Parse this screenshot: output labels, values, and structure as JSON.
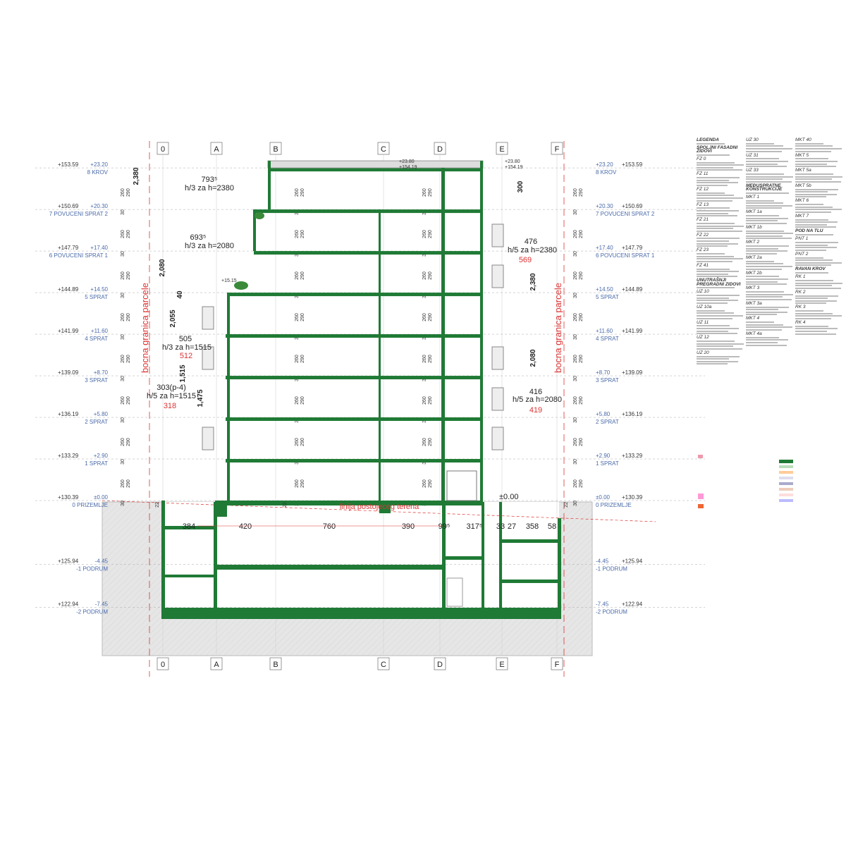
{
  "levels": [
    {
      "abs": "+153.59",
      "rel": "+23.20",
      "name": "8 KROV",
      "elev": 23.2
    },
    {
      "abs": "+150.69",
      "rel": "+20.30",
      "name": "7 POVUCENI SPRAT 2",
      "elev": 20.3
    },
    {
      "abs": "+147.79",
      "rel": "+17.40",
      "name": "6 POVUCENI SPRAT 1",
      "elev": 17.4
    },
    {
      "abs": "+144.89",
      "rel": "+14.50",
      "name": "5 SPRAT",
      "elev": 14.5
    },
    {
      "abs": "+141.99",
      "rel": "+11.60",
      "name": "4 SPRAT",
      "elev": 11.6
    },
    {
      "abs": "+139.09",
      "rel": "+8.70",
      "name": "3 SPRAT",
      "elev": 8.7
    },
    {
      "abs": "+136.19",
      "rel": "+5.80",
      "name": "2 SPRAT",
      "elev": 5.8
    },
    {
      "abs": "+133.29",
      "rel": "+2.90",
      "name": "1 SPRAT",
      "elev": 2.9
    },
    {
      "abs": "+130.39",
      "rel": "±0.00",
      "name": "0 PRIZEMLJE",
      "elev": 0
    },
    {
      "abs": "+125.94",
      "rel": "-4.45",
      "name": "-1  PODRUM",
      "elev": -4.45
    },
    {
      "abs": "+122.94",
      "rel": "-7.45",
      "name": "-2 PODRUM",
      "elev": -7.45
    }
  ],
  "axes": [
    "0",
    "A",
    "B",
    "C",
    "D",
    "E",
    "F"
  ],
  "boundary_label": "bocna granica parcele",
  "dimensions": {
    "d1": {
      "value": "793⁵",
      "rule": "h/3 za h=2380"
    },
    "d2": {
      "value": "693⁵",
      "rule": "h/3 za h=2080"
    },
    "d3": {
      "value": "505",
      "rule": "h/3 za h=1515",
      "red": "512"
    },
    "d4": {
      "value": "303(p-4)",
      "rule": "h/5 za h=1515",
      "red": "318"
    },
    "d5": {
      "value": "476",
      "rule": "h/5 za h=2380",
      "red": "569"
    },
    "d6": {
      "value": "416",
      "rule": "h/5 za h=2080",
      "red": "419"
    },
    "heights": [
      "2,380",
      "2,080",
      "2,055",
      "1,515",
      "1,475",
      "40",
      "300",
      "2,380",
      "2,080"
    ],
    "top_left": {
      "rel": "+23.80",
      "abs": "+154.19"
    },
    "top_right": {
      "rel": "+23.80",
      "abs": "+154.19"
    },
    "zero": "±0.00",
    "terrace": "+15.15",
    "basement": [
      "384",
      "420",
      "760",
      "390",
      "99⁵",
      "317⁵",
      "33",
      "27",
      "358",
      "58"
    ],
    "slab": "22",
    "floor_stack": [
      "260",
      "290",
      "30"
    ],
    "terrain": "linija postojeceg terena"
  },
  "legend": {
    "col1": [
      {
        "t": "h",
        "v": "LEGENDA"
      },
      {
        "t": "h",
        "v": "SPOLJNI FASADNI ZIDOVI"
      },
      {
        "t": "c",
        "v": "FZ 0"
      },
      {
        "t": "c",
        "v": "FZ 11"
      },
      {
        "t": "c",
        "v": "FZ 12"
      },
      {
        "t": "c",
        "v": "FZ 13"
      },
      {
        "t": "c",
        "v": "FZ 21"
      },
      {
        "t": "c",
        "v": "FZ 22"
      },
      {
        "t": "c",
        "v": "FZ 23"
      },
      {
        "t": "c",
        "v": "FZ 41"
      },
      {
        "t": "h",
        "v": "UNUTRAŠNJI PREGRADNI ZIDOVI"
      },
      {
        "t": "c",
        "v": "UZ 10"
      },
      {
        "t": "c",
        "v": "UZ 10a"
      },
      {
        "t": "c",
        "v": "UZ 11"
      },
      {
        "t": "c",
        "v": "UZ 12"
      },
      {
        "t": "c",
        "v": "UZ 20"
      }
    ],
    "col2": [
      {
        "t": "c",
        "v": "UZ 30"
      },
      {
        "t": "c",
        "v": "UZ 31"
      },
      {
        "t": "c",
        "v": "UZ 33"
      },
      {
        "t": "h",
        "v": "MEĐUSPRATNE KONSTRUKCIJE"
      },
      {
        "t": "c",
        "v": "MKT 1"
      },
      {
        "t": "c",
        "v": "MKT 1a"
      },
      {
        "t": "c",
        "v": "MKT 1b"
      },
      {
        "t": "c",
        "v": "MKT 2"
      },
      {
        "t": "c",
        "v": "MKT 2a"
      },
      {
        "t": "c",
        "v": "MKT 2b"
      },
      {
        "t": "c",
        "v": "MKT 3"
      },
      {
        "t": "c",
        "v": "MKT 3a"
      },
      {
        "t": "c",
        "v": "MKT 4"
      },
      {
        "t": "c",
        "v": "MKT 4a"
      }
    ],
    "col3": [
      {
        "t": "c",
        "v": "MKT 40"
      },
      {
        "t": "c",
        "v": "MKT 5"
      },
      {
        "t": "c",
        "v": "MKT 5a"
      },
      {
        "t": "c",
        "v": "MKT 5b"
      },
      {
        "t": "c",
        "v": "MKT 6"
      },
      {
        "t": "c",
        "v": "MKT 7"
      },
      {
        "t": "h",
        "v": "POD NA TLU"
      },
      {
        "t": "c",
        "v": "PNT 1"
      },
      {
        "t": "c",
        "v": "PNT 2"
      },
      {
        "t": "h",
        "v": "RAVAN KROV"
      },
      {
        "t": "c",
        "v": "RK 1"
      },
      {
        "t": "c",
        "v": "RK 2"
      },
      {
        "t": "c",
        "v": "RK 3"
      },
      {
        "t": "c",
        "v": "RK 4"
      }
    ]
  },
  "colors": {
    "structure": "#1f7a35",
    "boundary": "#d33",
    "level": "#4a6aa8",
    "ground": "#e6e6e6"
  }
}
